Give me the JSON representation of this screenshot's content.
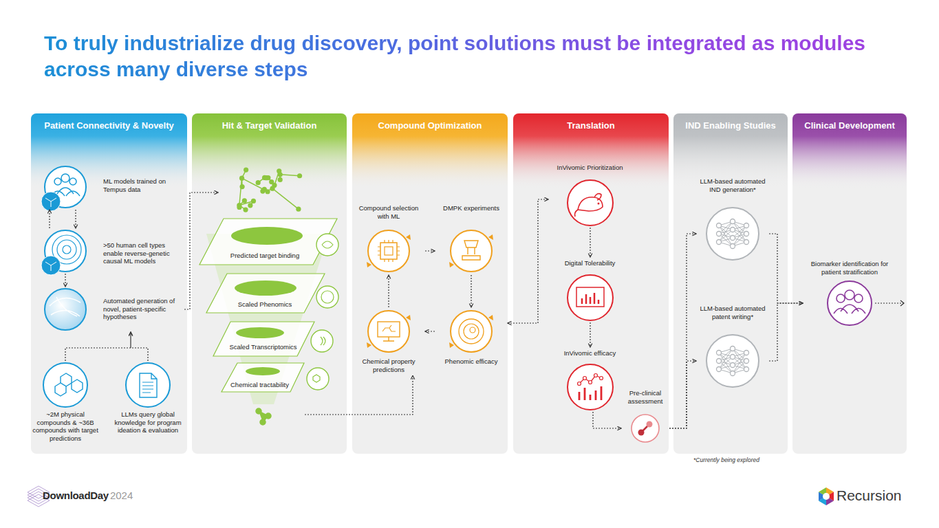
{
  "diagram": {
    "title": "To truly industrialize drug discovery, point solutions must be integrated as modules across many diverse steps",
    "nodes": [
      {
        "text": [
          "Patient Connectivity & Novelty"
        ]
      },
      {
        "text": [
          "ML models trained on Tempus data"
        ],
        "in": 0
      },
      {
        "text": [
          ">50 human cell types enable reverse-genetic causal ML models"
        ],
        "in": 0
      },
      {
        "text": [
          "Automated generation of novel, patient-specific hypotheses"
        ],
        "in": 0
      },
      {
        "text": [
          "~2M physical compounds & ~36B compounds with target predictions"
        ],
        "in": 0
      },
      {
        "text": [
          "LLMs query global knowledge for program ideation & evaluation"
        ],
        "in": 0
      },
      {
        "text": [
          "Hit & Target Validation"
        ]
      },
      {
        "text": [
          "Predicted target binding"
        ],
        "in": 6
      },
      {
        "text": [
          "Scaled Phenomics"
        ],
        "in": 6
      },
      {
        "text": [
          "Scaled Transcriptomics"
        ],
        "in": 6
      },
      {
        "text": [
          "Chemical tractability"
        ],
        "in": 6
      },
      {
        "text": [
          "Compound Optimization"
        ]
      },
      {
        "text": [
          "Compound selection with ML"
        ],
        "in": 11
      },
      {
        "text": [
          "DMPK experiments"
        ],
        "in": 11
      },
      {
        "text": [
          "Phenomic efficacy"
        ],
        "in": 11
      },
      {
        "text": [
          "Chemical property predictions"
        ],
        "in": 11
      },
      {
        "text": [
          "Translation"
        ]
      },
      {
        "text": [
          "InVivomic Prioritization"
        ],
        "in": 16
      },
      {
        "text": [
          "Digital Tolerability"
        ],
        "in": 16
      },
      {
        "text": [
          "InVivomic efficacy"
        ],
        "in": 16
      },
      {
        "text": [
          "Pre-clinical assessment"
        ],
        "in": 16
      },
      {
        "text": [
          "IND Enabling Studies"
        ]
      },
      {
        "text": [
          "LLM-based automated IND generation*"
        ],
        "in": 21
      },
      {
        "text": [
          "LLM-based automated patent writing*"
        ],
        "in": 21
      },
      {
        "text": [
          "Clinical Development"
        ]
      },
      {
        "text": [
          "Biomarker identification for patient stratification"
        ],
        "in": 24
      }
    ],
    "edges": [
      {
        "from": 1,
        "to": 2,
        "arrow": "to"
      },
      {
        "from": 2,
        "to": 1,
        "arrow": "to"
      },
      {
        "from": 2,
        "to": 3,
        "arrow": "to"
      },
      {
        "from": 4,
        "to": 3,
        "arrow": "to"
      },
      {
        "from": 5,
        "to": 3,
        "arrow": "to"
      },
      {
        "from": 3,
        "to": 7,
        "arrow": "to"
      },
      {
        "from": 10,
        "to": 15,
        "arrow": "to"
      },
      {
        "from": 12,
        "to": 13,
        "arrow": "to"
      },
      {
        "from": 13,
        "to": 14,
        "arrow": "to"
      },
      {
        "from": 14,
        "to": 15,
        "arrow": "to"
      },
      {
        "from": 15,
        "to": 12,
        "arrow": "to"
      },
      {
        "from": 14,
        "to": 17,
        "arrow": "both"
      },
      {
        "from": 17,
        "to": 18,
        "arrow": "to"
      },
      {
        "from": 18,
        "to": 19,
        "arrow": "to"
      },
      {
        "from": 19,
        "to": 20,
        "arrow": "to"
      },
      {
        "from": 20,
        "to": 22,
        "arrow": "to"
      },
      {
        "from": 20,
        "to": 23,
        "arrow": "to"
      },
      {
        "from": 22,
        "to": 25,
        "arrow": "to"
      },
      {
        "from": 23,
        "to": 25,
        "arrow": "to"
      }
    ],
    "labels": [
      "*Currently being explored",
      "DownloadDay",
      "2024",
      "Recursion"
    ]
  }
}
